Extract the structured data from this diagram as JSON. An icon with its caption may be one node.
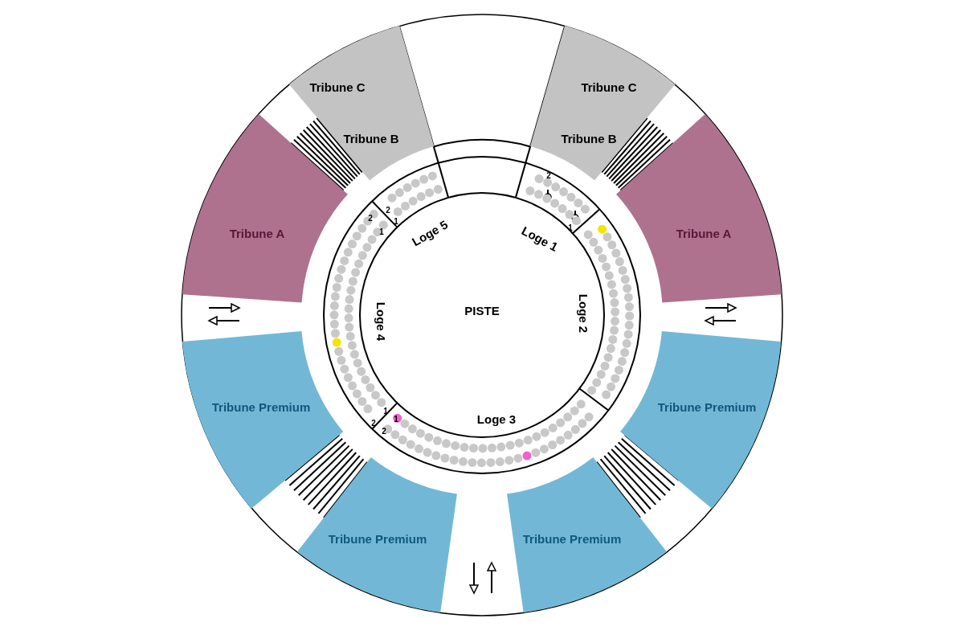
{
  "diagram": {
    "nodes": [
      {
        "text": [
          "Tribune C",
          "Tribune B"
        ]
      },
      {
        "text": [
          "Tribune C",
          "Tribune B"
        ]
      },
      {
        "text": [
          "Loge 5"
        ]
      },
      {
        "text": [
          "Loge 1"
        ]
      },
      {
        "text": [
          "Tribune A"
        ]
      },
      {
        "text": [
          "Tribune A"
        ]
      },
      {
        "text": [
          "PISTE"
        ]
      },
      {
        "text": [
          "Loge 4"
        ]
      },
      {
        "text": [
          "Loge 2"
        ]
      },
      {
        "text": [
          "Tribune Premium"
        ]
      },
      {
        "text": [
          "Tribune Premium"
        ]
      },
      {
        "text": [
          "Loge 3"
        ]
      },
      {
        "text": [
          "Tribune Premium"
        ]
      },
      {
        "text": [
          "Tribune Premium"
        ]
      }
    ],
    "labels": [
      "2",
      "2",
      "2",
      "1",
      "1",
      "1",
      "1",
      "1",
      "2",
      "2"
    ]
  }
}
